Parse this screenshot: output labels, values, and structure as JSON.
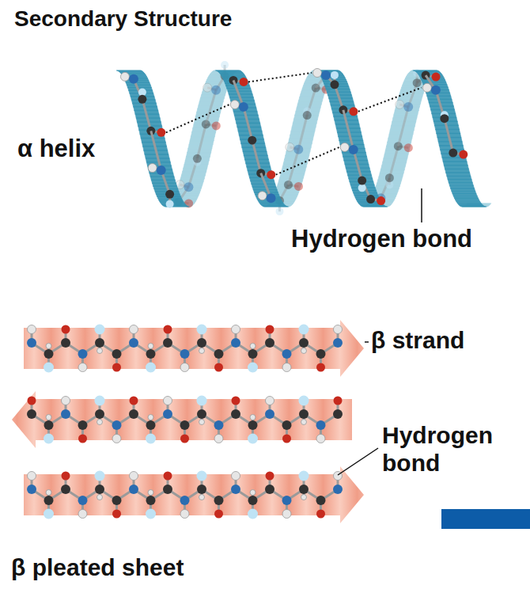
{
  "diagram": {
    "title": "Secondary Structure",
    "labels": [
      "α helix",
      "Hydrogen bond",
      "β strand",
      "Hydrogen bond",
      "β pleated sheet"
    ]
  }
}
